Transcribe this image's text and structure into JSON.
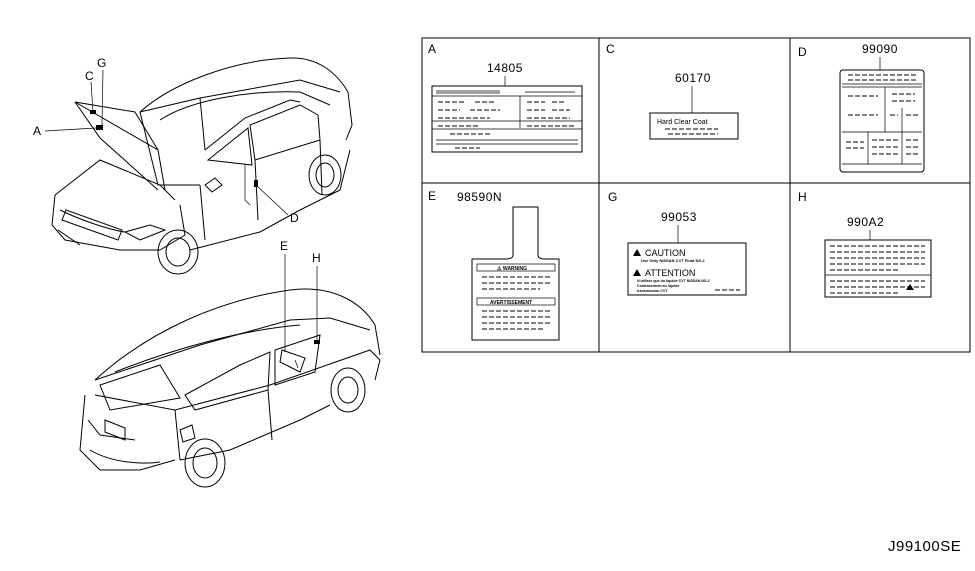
{
  "diagram_id": "J99100SE",
  "car_callouts": {
    "front": [
      "A",
      "C",
      "G",
      "D"
    ],
    "rear": [
      "E",
      "H"
    ]
  },
  "cells": [
    {
      "letter": "A",
      "part_number": "14805"
    },
    {
      "letter": "C",
      "part_number": "60170",
      "label_text": "Hard Clear Coat"
    },
    {
      "letter": "D",
      "part_number": "99090"
    },
    {
      "letter": "E",
      "part_number": "98590N",
      "header_top": "⚠ WARNING",
      "header_bottom": "AVERTISSEMENT"
    },
    {
      "letter": "G",
      "part_number": "99053",
      "caution": "CAUTION",
      "caution_line": "Use Only NISSAN CVT Fluid NS-2",
      "attention": "ATTENTION",
      "attention_line1": "N'utiliser que du liquide CVT NISSAN NS-2",
      "attention_line2": "Contrairement au liquide",
      "attention_line3": "transmission CVT"
    },
    {
      "letter": "H",
      "part_number": "990A2"
    }
  ]
}
